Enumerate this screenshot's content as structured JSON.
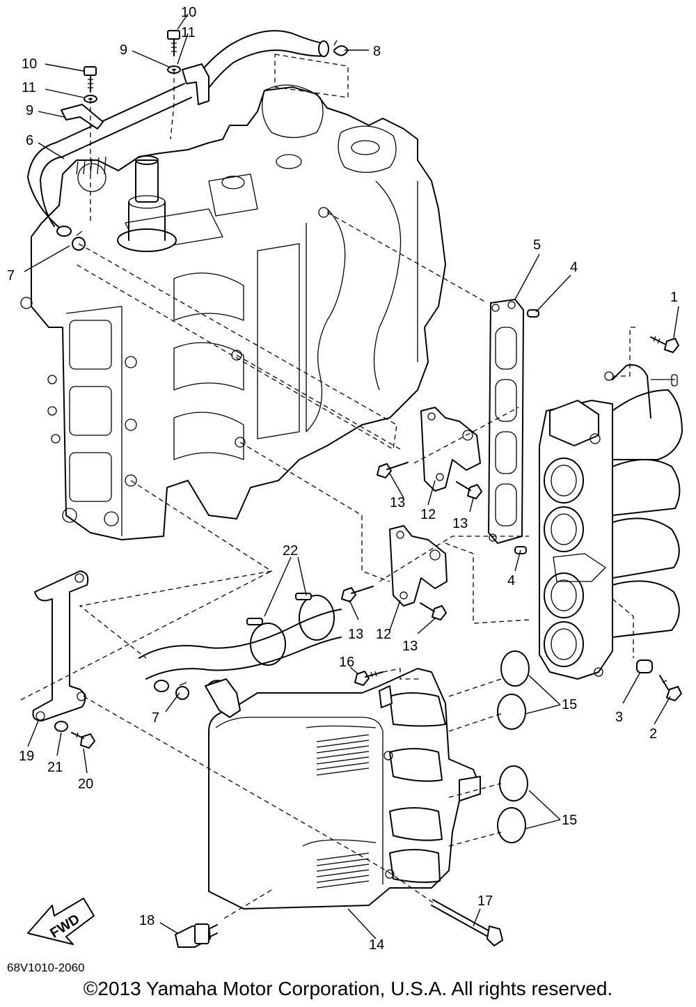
{
  "diagram": {
    "drawing_code": "68V1010-2060",
    "copyright": "©2013 Yamaha Motor Corporation, U.S.A. All rights reserved.",
    "fwd_label": "FWD",
    "callouts": {
      "c1": "1",
      "c2": "2",
      "c3": "3",
      "c4a": "4",
      "c4b": "4",
      "c5": "5",
      "c6": "6",
      "c7a": "7",
      "c7b": "7",
      "c8": "8",
      "c9a": "9",
      "c9b": "9",
      "c10a": "10",
      "c10b": "10",
      "c11a": "11",
      "c11b": "11",
      "c12a": "12",
      "c12b": "12",
      "c13a": "13",
      "c13b": "13",
      "c13c": "13",
      "c13d": "13",
      "c14": "14",
      "c15a": "15",
      "c15b": "15",
      "c16": "16",
      "c17": "17",
      "c18": "18",
      "c19": "19",
      "c20": "20",
      "c21": "21",
      "c22": "22"
    }
  }
}
